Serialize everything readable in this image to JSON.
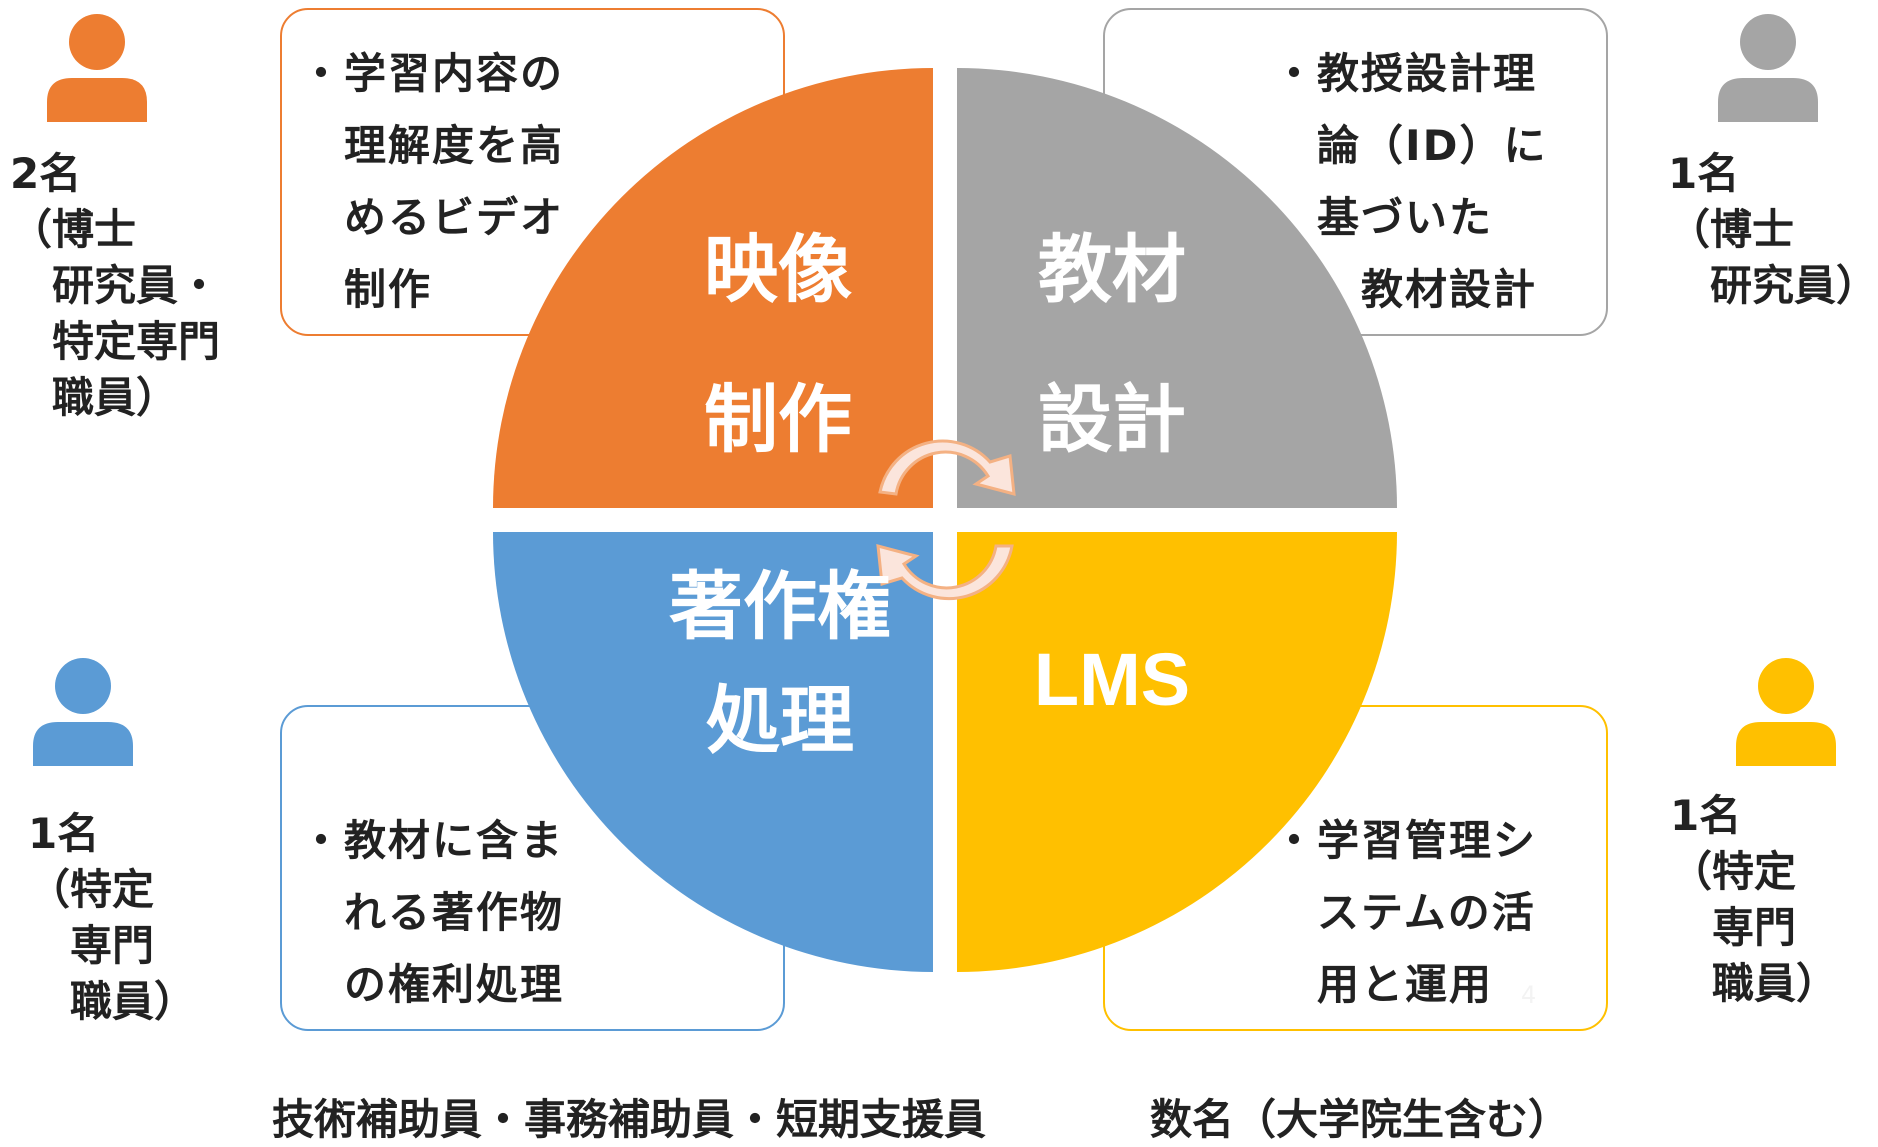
{
  "colors": {
    "video": "#ed7d31",
    "design": "#a5a5a5",
    "copyright": "#5b9bd5",
    "lms": "#ffc000",
    "arrow_fill": "#fbe5dc",
    "arrow_stroke": "#f4b183"
  },
  "quadrants": {
    "video": {
      "label_line1": "映像",
      "label_line2": "制作"
    },
    "design": {
      "label_line1": "教材",
      "label_line2": "設計"
    },
    "copyright": {
      "label_line1": "著作権",
      "label_line2": "処理"
    },
    "lms": {
      "label_line1": "LMS"
    }
  },
  "boxes": {
    "video": [
      "・学習内容の",
      "　理解度を高",
      "　めるビデオ",
      "　制作"
    ],
    "design": [
      "・教授設計理",
      "　論（ID）に",
      "　基づいた",
      "　　教材設計"
    ],
    "copyright": [
      "・教材に含ま",
      "　れる著作物",
      "　の権利処理"
    ],
    "lms": [
      "・学習管理シ",
      "　ステムの活",
      "　用と運用"
    ]
  },
  "staff": {
    "video": [
      "2名",
      "（博士",
      "　研究員・",
      "　特定専門",
      "　職員）"
    ],
    "design": [
      "1名",
      "（博士",
      "　研究員）"
    ],
    "copyright": [
      "1名",
      "（特定",
      "　専門",
      "　職員）"
    ],
    "lms": [
      "1名",
      "（特定",
      "　専門",
      "　職員）"
    ]
  },
  "icons": {
    "video": "person-icon",
    "design": "person-icon",
    "copyright": "person-icon",
    "lms": "person-icon"
  },
  "page_number": "4",
  "footer": {
    "left": "技術補助員・事務補助員・短期支援員",
    "right": "数名（大学院生含む）"
  }
}
